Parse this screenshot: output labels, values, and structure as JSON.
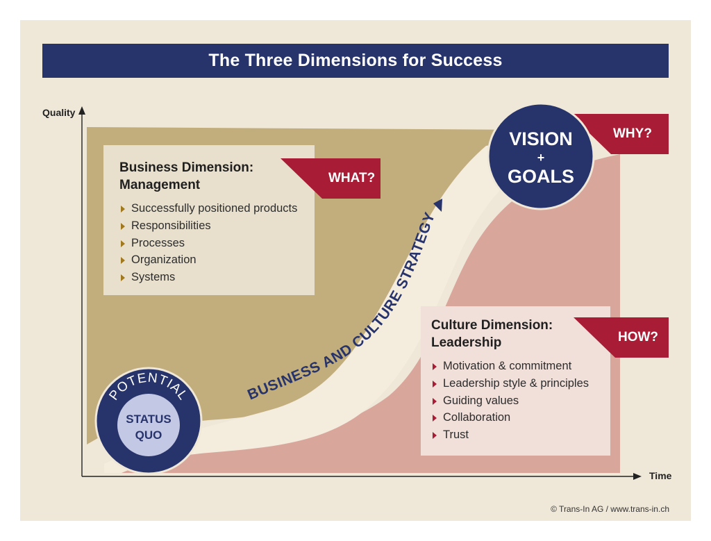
{
  "title": "The Three Dimensions for Success",
  "axes": {
    "y_label": "Quality",
    "x_label": "Time"
  },
  "business_dimension": {
    "heading_line1": "Business Dimension:",
    "heading_line2": "Management",
    "flag": "WHAT?",
    "items": [
      "Successfully positioned products",
      "Responsibilities",
      "Processes",
      "Organization",
      "Systems"
    ]
  },
  "culture_dimension": {
    "heading_line1": "Culture Dimension:",
    "heading_line2": "Leadership",
    "flag": "HOW?",
    "items": [
      "Motivation & commitment",
      "Leadership style & principles",
      "Guiding values",
      "Collaboration",
      "Trust"
    ]
  },
  "vision": {
    "line1": "VISION",
    "plus": "+",
    "line2": "GOALS",
    "flag": "WHY?"
  },
  "start": {
    "arc_label": "POTENTIAL",
    "line1": "STATUS",
    "line2": "QUO"
  },
  "strategy_label": "BUSINESS AND CULTURE STRATEGY",
  "copyright": "© Trans-In AG / www.trans-in.ch",
  "colors": {
    "navy": "#27336b",
    "crimson": "#a81c35",
    "khaki": "#c2ad7d",
    "salmon": "#d9a69b",
    "cream": "#f4ecdd",
    "background": "#efe8d9"
  }
}
